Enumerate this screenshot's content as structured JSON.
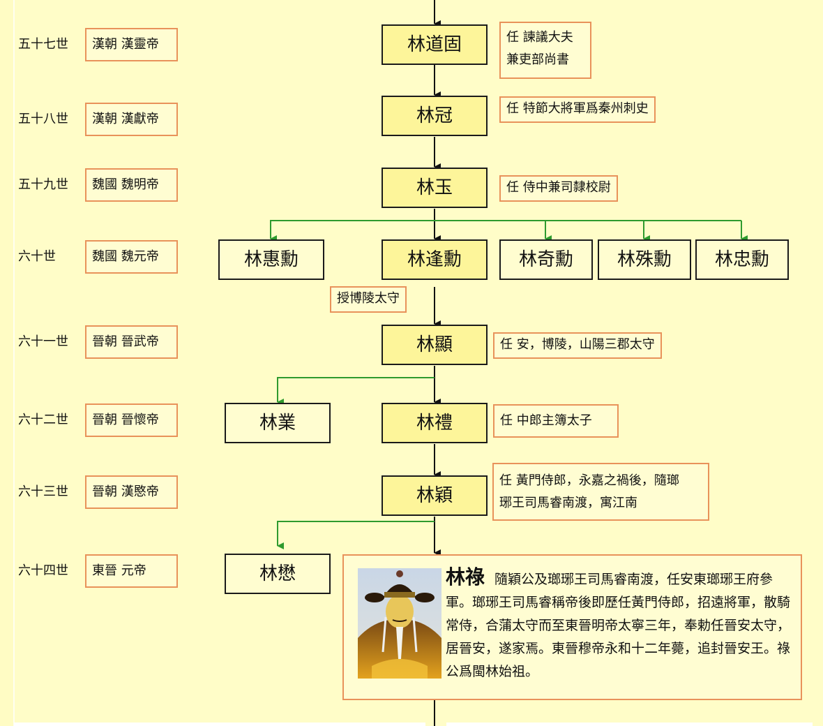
{
  "colors": {
    "background": "#FFFDC8",
    "main_node_fill": "#FDF59A",
    "note_border": "#E8925A",
    "main_line": "#111111",
    "branch_line": "#2E9A2E"
  },
  "generations": [
    {
      "label": "五十七世",
      "era": "漢朝 漢靈帝"
    },
    {
      "label": "五十八世",
      "era": "漢朝 漢獻帝"
    },
    {
      "label": "五十九世",
      "era": "魏國 魏明帝"
    },
    {
      "label": "六十世",
      "era": "魏國 魏元帝"
    },
    {
      "label": "六十一世",
      "era": "晉朝 晉武帝"
    },
    {
      "label": "六十二世",
      "era": "晉朝 晉懷帝"
    },
    {
      "label": "六十三世",
      "era": "晉朝 漢愍帝"
    },
    {
      "label": "六十四世",
      "era": "東晉 元帝"
    }
  ],
  "main_line": [
    {
      "name": "林道固",
      "note": [
        "任 諫議大夫",
        "兼吏部尚書"
      ]
    },
    {
      "name": "林冠",
      "note": [
        "任 特節大將軍爲秦州刺史"
      ]
    },
    {
      "name": "林玉",
      "note": [
        "任 侍中兼司隸校尉"
      ]
    },
    {
      "name": "林逢勳",
      "note": [
        "授博陵太守"
      ]
    },
    {
      "name": "林顯",
      "note": [
        "任 安，博陵，山陽三郡太守"
      ]
    },
    {
      "name": "林禮",
      "note": [
        "任 中郎主簿太子"
      ]
    },
    {
      "name": "林穎",
      "note": [
        "任 黃門侍郎，永嘉之禍後，隨瑯",
        "琊王司馬睿南渡，寓江南"
      ]
    }
  ],
  "branches": {
    "gen60_siblings": [
      "林惠勳",
      "林奇勳",
      "林殊勳",
      "林忠勳"
    ],
    "gen62_sibling": "林業",
    "gen64_sibling": "林懋"
  },
  "bio": {
    "name": "林祿",
    "text": "隨穎公及瑯琊王司馬睿南渡，任安東瑯琊王府參軍。瑯琊王司馬睿稱帝後即歷任黃門侍郎，招遠將軍，散騎常侍，合蒲太守而至東晉明帝太寧三年，奉勅任晉安太守，居晉安，遂家焉。東晉穆帝永和十二年薨，追封晉安王。祿公爲閩林始祖。",
    "portrait_icon": "ancestor-portrait"
  }
}
